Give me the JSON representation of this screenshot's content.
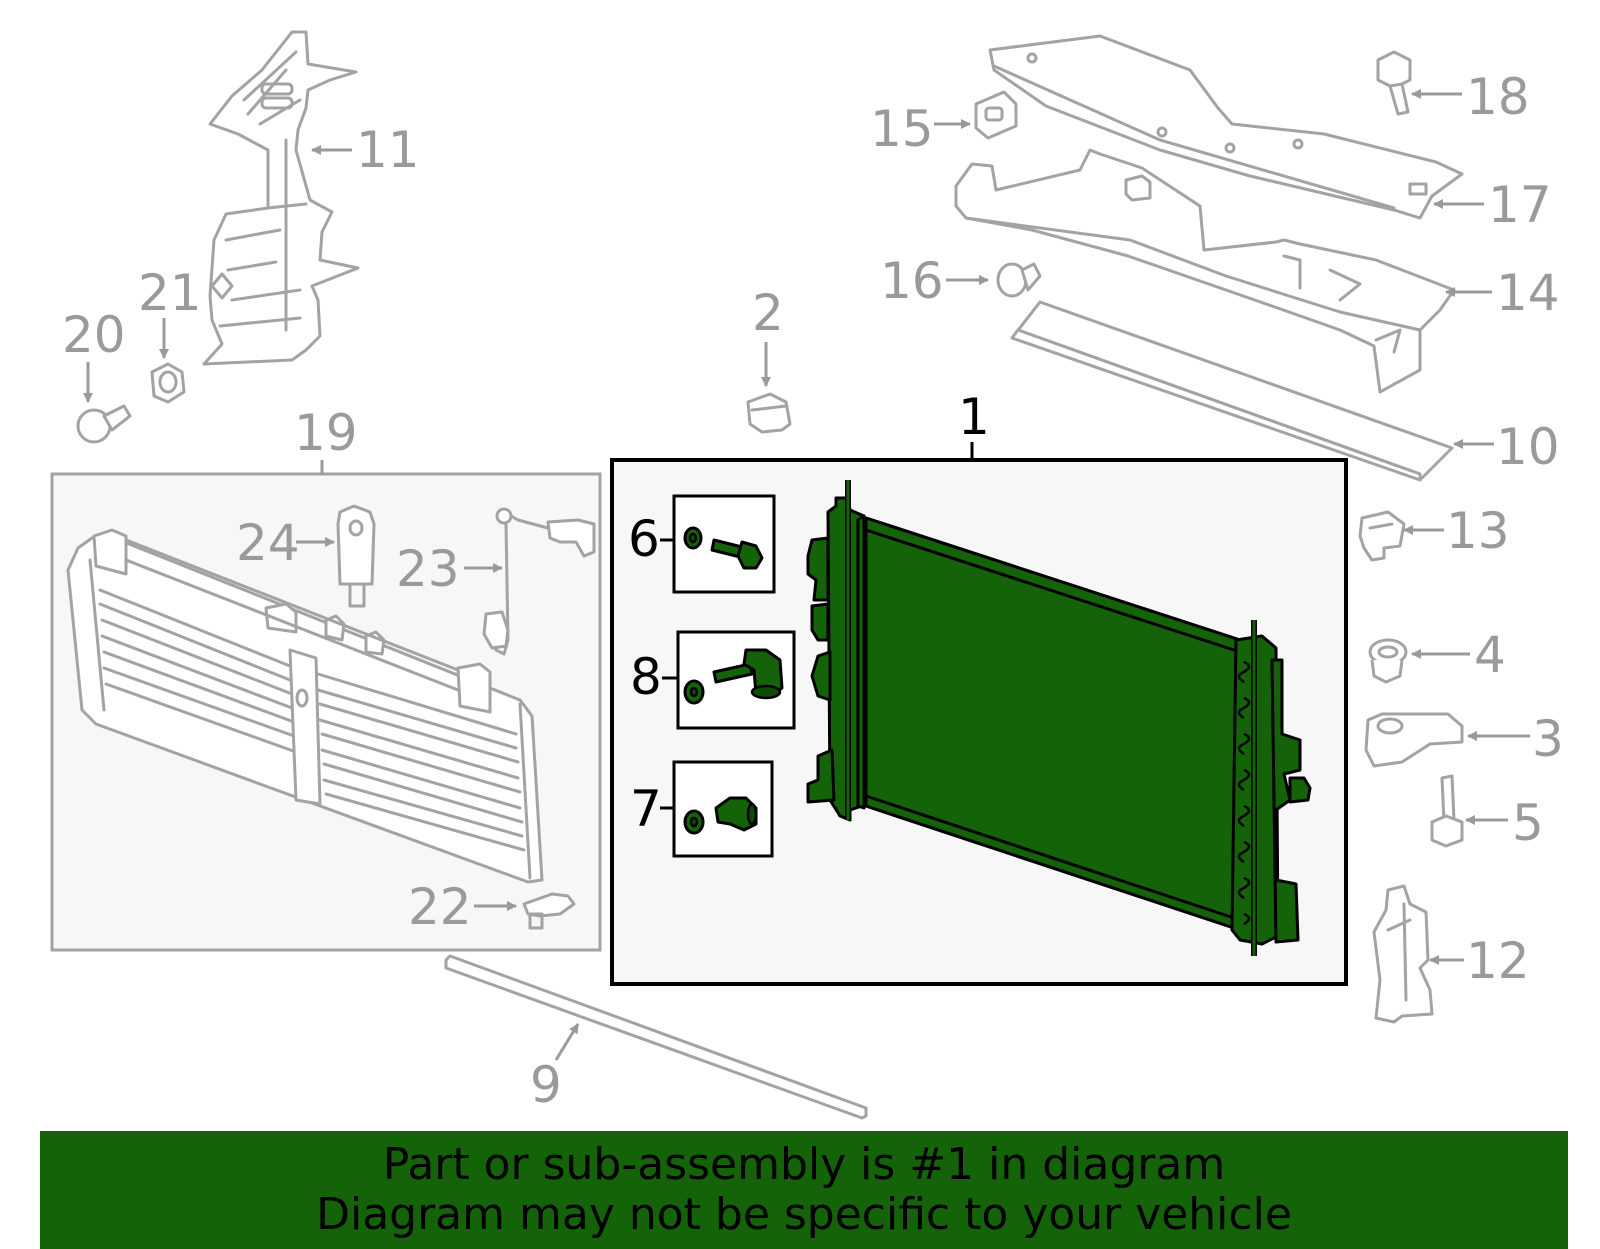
{
  "callouts": {
    "c1": "1",
    "c2": "2",
    "c3": "3",
    "c4": "4",
    "c5": "5",
    "c6": "6",
    "c7": "7",
    "c8": "8",
    "c9": "9",
    "c10": "10",
    "c11": "11",
    "c12": "12",
    "c13": "13",
    "c14": "14",
    "c15": "15",
    "c16": "16",
    "c17": "17",
    "c18": "18",
    "c19": "19",
    "c20": "20",
    "c21": "21",
    "c22": "22",
    "c23": "23",
    "c24": "24"
  },
  "banner": {
    "line1": "Part or sub-assembly is #1 in diagram",
    "line2": "Diagram may not be specific to your vehicle"
  },
  "colors": {
    "highlight": "#146308",
    "outline": "#a3a3a3",
    "label": "#9a9a9a"
  }
}
